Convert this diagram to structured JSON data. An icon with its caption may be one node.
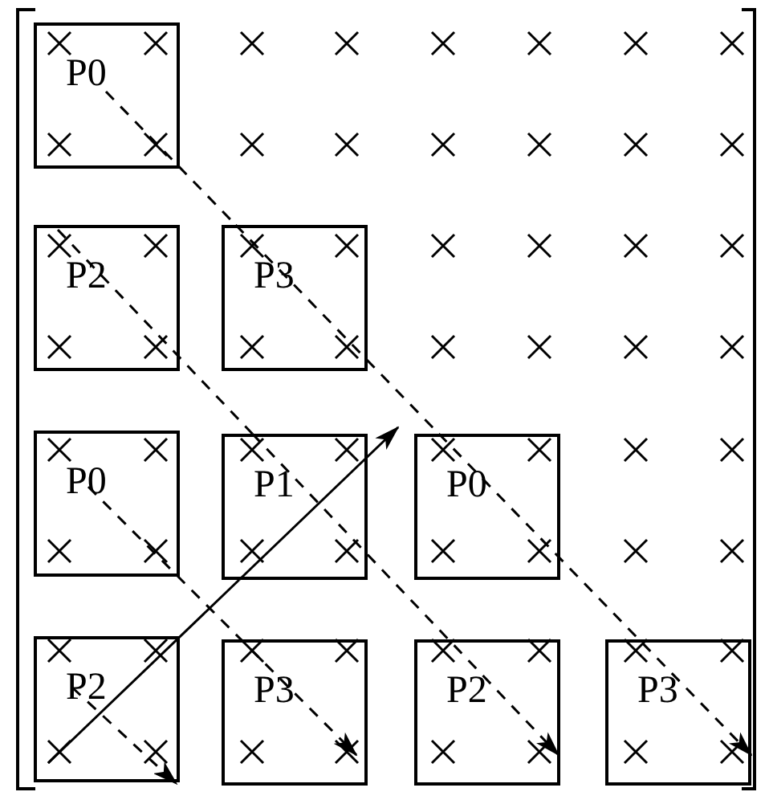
{
  "diagram": {
    "nodes": [
      {
        "text": [
          "P0"
        ]
      },
      {
        "text": [
          "P2"
        ]
      },
      {
        "text": [
          "P3"
        ]
      },
      {
        "text": [
          "P0"
        ]
      },
      {
        "text": [
          "P1"
        ]
      },
      {
        "text": [
          "P0"
        ]
      },
      {
        "text": [
          "P2"
        ]
      },
      {
        "text": [
          "P3"
        ]
      },
      {
        "text": [
          "P2"
        ]
      },
      {
        "text": [
          "P3"
        ]
      }
    ],
    "edges": [
      {
        "from": 0,
        "to": 2,
        "arrow": "none",
        "style": "dashed"
      },
      {
        "from": 2,
        "to": 5,
        "arrow": "none",
        "style": "dashed"
      },
      {
        "from": 5,
        "to": 9,
        "arrow": "to",
        "style": "dashed"
      },
      {
        "from": 1,
        "to": 4,
        "arrow": "none",
        "style": "dashed"
      },
      {
        "from": 4,
        "to": 8,
        "arrow": "to",
        "style": "dashed"
      },
      {
        "from": 3,
        "to": 7,
        "arrow": "to",
        "style": "dashed"
      },
      {
        "from": 6,
        "to": 4,
        "arrow": "none"
      },
      {
        "from": 4,
        "to": 5,
        "arrow": "to"
      }
    ]
  }
}
